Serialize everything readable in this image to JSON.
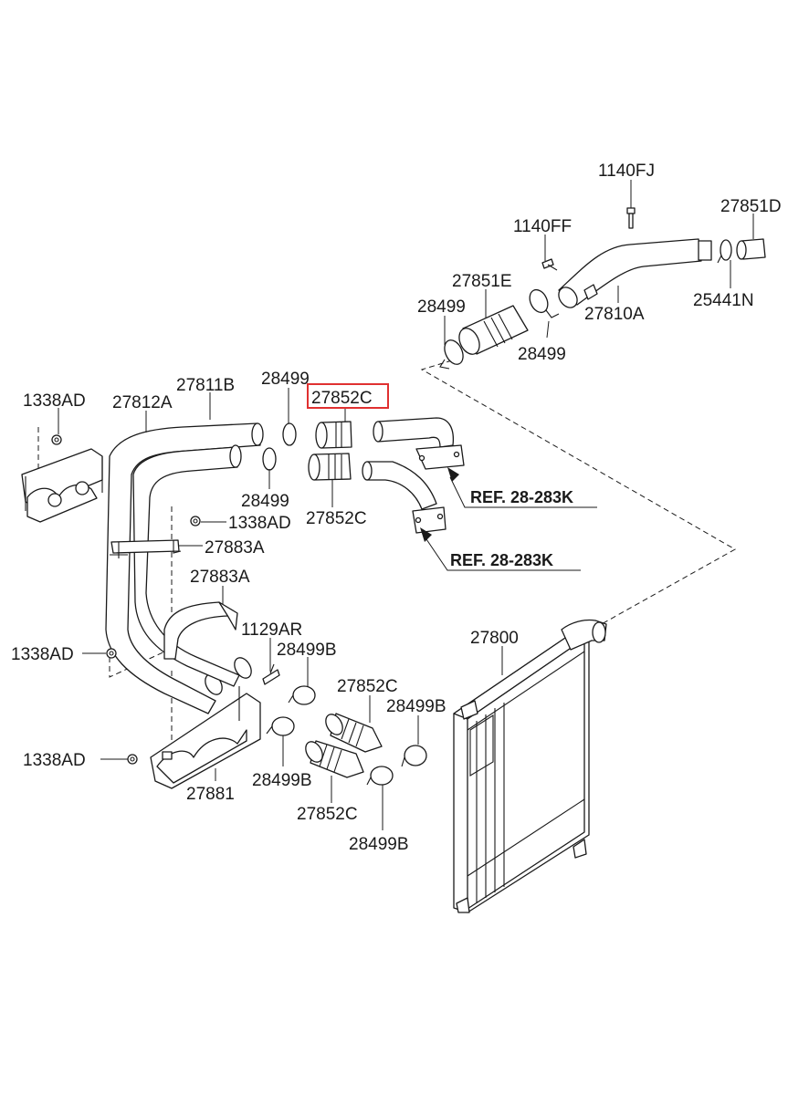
{
  "highlight_color": "#e03030",
  "line_color": "#1a1a1a",
  "labels": {
    "p1140fj": "1140FJ",
    "p27851d": "27851D",
    "p1140ff": "1140FF",
    "p27851e": "27851E",
    "p28499_top_left": "28499",
    "p28499_top_right": "28499",
    "p27810a": "27810A",
    "p25441n": "25441N",
    "p1338ad_top": "1338AD",
    "p27812a": "27812A",
    "p27811b": "27811B",
    "p28499_mid_top": "28499",
    "p27852c_highlight": "27852C",
    "p28499_mid_bottom": "28499",
    "p27852c_mid": "27852C",
    "p1338ad_mid": "1338AD",
    "p27883a_upper": "27883A",
    "p27883a_lower": "27883A",
    "p1129ar": "1129AR",
    "p28499b_a": "28499B",
    "p1338ad_left": "1338AD",
    "p27852c_low": "27852C",
    "p28499b_b": "28499B",
    "p1338ad_bottom": "1338AD",
    "p28499b_c": "28499B",
    "p27852c_bottom": "27852C",
    "p27881": "27881",
    "p28499b_d": "28499B",
    "p27800": "27800",
    "ref_upper": "REF. 28-283K",
    "ref_lower": "REF. 28-283K"
  }
}
